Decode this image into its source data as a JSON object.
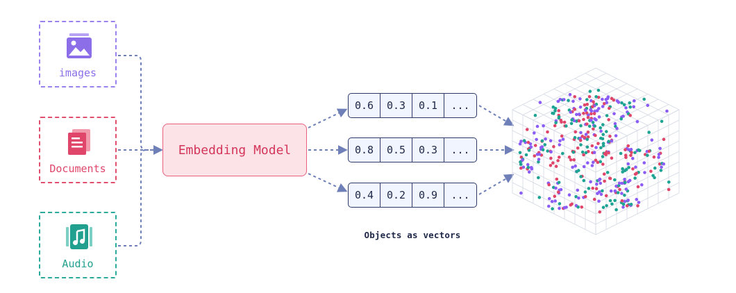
{
  "sources": [
    {
      "label": "images",
      "icon": "image-icon",
      "color": "#8b6ee8"
    },
    {
      "label": "Documents",
      "icon": "document-icon",
      "color": "#e0456a"
    },
    {
      "label": "Audio",
      "icon": "music-icon",
      "color": "#22a08f"
    }
  ],
  "model": {
    "label": "Embedding Model"
  },
  "vectors": [
    [
      "0.6",
      "0.3",
      "0.1",
      "..."
    ],
    [
      "0.8",
      "0.5",
      "0.3",
      "..."
    ],
    [
      "0.4",
      "0.2",
      "0.9",
      "..."
    ]
  ],
  "caption": "Objects as vectors",
  "colors": {
    "arrow": "#6f7fb8",
    "grid": "#d4d9e4",
    "purple": "#8b5cf6",
    "pink": "#e0456a",
    "teal": "#1fa393"
  }
}
